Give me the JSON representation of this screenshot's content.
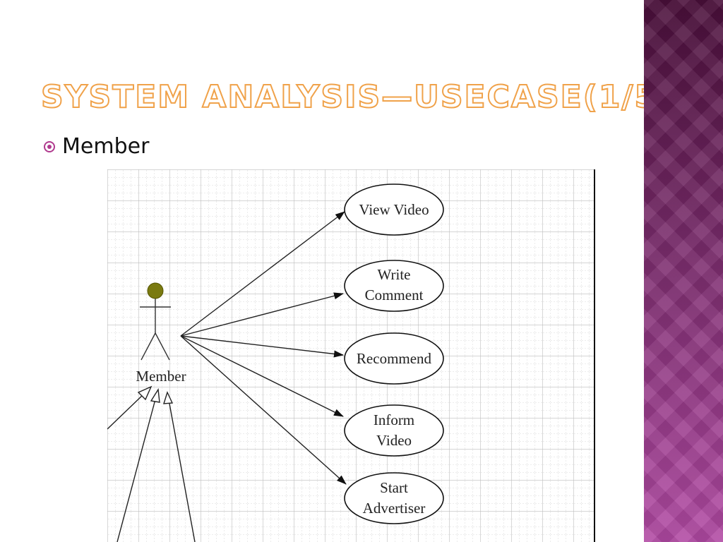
{
  "slide": {
    "title": "System Analysis—Usecase(1/5)",
    "bullet": "Member"
  },
  "diagram": {
    "actor": "Member",
    "use_cases": [
      {
        "lines": [
          "View Video"
        ]
      },
      {
        "lines": [
          "Write",
          "Comment"
        ]
      },
      {
        "lines": [
          "Recommend"
        ]
      },
      {
        "lines": [
          "Inform",
          "Video"
        ]
      },
      {
        "lines": [
          "Start",
          "Advertiser"
        ]
      }
    ]
  },
  "colors": {
    "title_outline": "#f0a24a",
    "bullet": "#b03a8e",
    "band_top": "#4a0f3a",
    "band_bottom": "#b24aa4",
    "actor_head": "#7a7a10"
  }
}
